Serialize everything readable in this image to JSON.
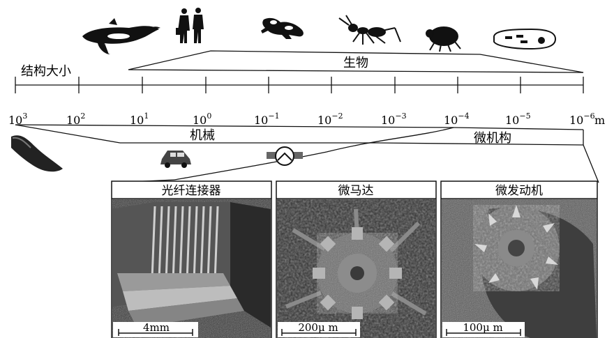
{
  "diagram": {
    "scale_label": "结构大小",
    "organisms_label": "生物",
    "machines_label": "机械",
    "micro_label": "微机构",
    "unit": "m",
    "tick_exponents": [
      "3",
      "2",
      "1",
      "0",
      "−1",
      "−2",
      "−3",
      "−4",
      "−5",
      "−6"
    ],
    "tick_base": "10"
  },
  "panels": [
    {
      "title": "光纤连接器",
      "scale_bar": "4mm"
    },
    {
      "title": "微马达",
      "scale_bar": "200μ m"
    },
    {
      "title": "微发动机",
      "scale_bar": "100μ m"
    }
  ],
  "icons": [
    "whale-icon",
    "people-icon",
    "frog-icon",
    "ant-icon",
    "mite-icon",
    "cell-icon",
    "ship-icon",
    "car-icon",
    "watch-icon"
  ]
}
